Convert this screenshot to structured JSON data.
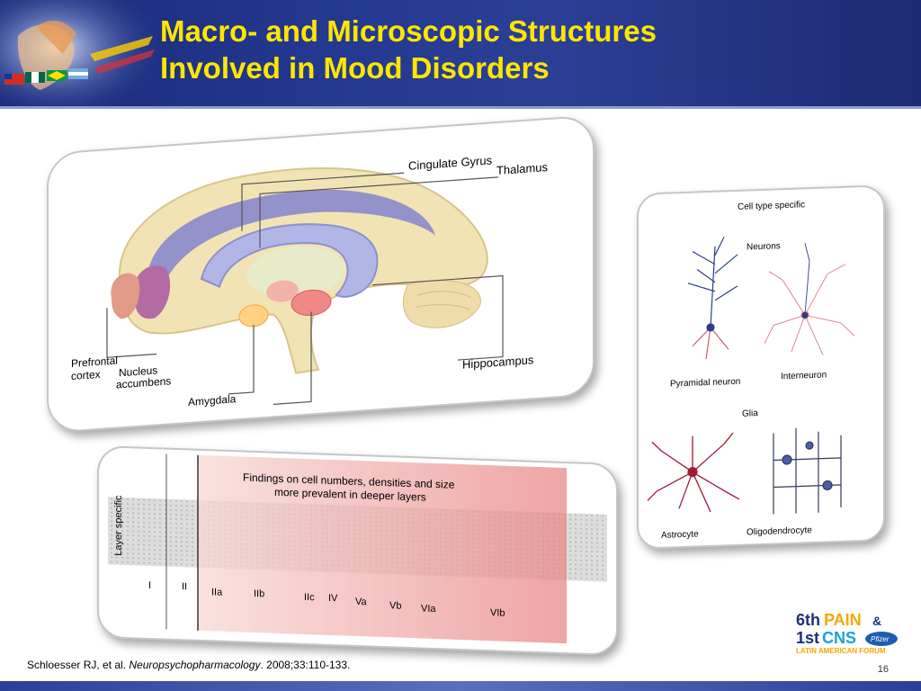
{
  "slide": {
    "title_line1": "Macro- and Microscopic Structures",
    "title_line2": "Involved in Mood Disorders",
    "page_number": "16"
  },
  "citation": {
    "authors": "Schloesser RJ, et al.",
    "journal": "Neuropsychopharmacology",
    "details": "2008;33:110-133."
  },
  "brain_labels": {
    "cingulate_gyrus": "Cingulate Gyrus",
    "thalamus": "Thalamus",
    "prefrontal_cortex_1": "Prefrontal",
    "prefrontal_cortex_2": "cortex",
    "nucleus_accumbens_1": "Nucleus",
    "nucleus_accumbens_2": "accumbens",
    "amygdala": "Amygdala",
    "hippocampus": "Hippocampus"
  },
  "cell_panel": {
    "header": "Cell type specific",
    "neurons": "Neurons",
    "pyramidal": "Pyramidal neuron",
    "interneuron": "Interneuron",
    "glia": "Glia",
    "astrocyte": "Astrocyte",
    "oligodendrocyte": "Oligodendrocyte"
  },
  "layer_panel": {
    "side_label": "Layer specific",
    "finding_line1": "Findings on cell numbers, densities and size",
    "finding_line2": "more prevalent in deeper layers",
    "layers": [
      "I",
      "II",
      "IIa",
      "IIb",
      "IIc",
      "IV",
      "Va",
      "Vb",
      "VIa",
      "VIb"
    ]
  },
  "logo": {
    "line1_prefix": "6th",
    "line1_word": "PAIN",
    "amp": "&",
    "line2_prefix": "1st",
    "line2_word": "CNS",
    "sponsor": "Pfizer",
    "forum": "LATIN AMERICAN FORUM"
  },
  "colors": {
    "title": "#ffe600",
    "header_bg": "#23388f",
    "pain": "#f7a600",
    "cns": "#1aa0dc"
  }
}
